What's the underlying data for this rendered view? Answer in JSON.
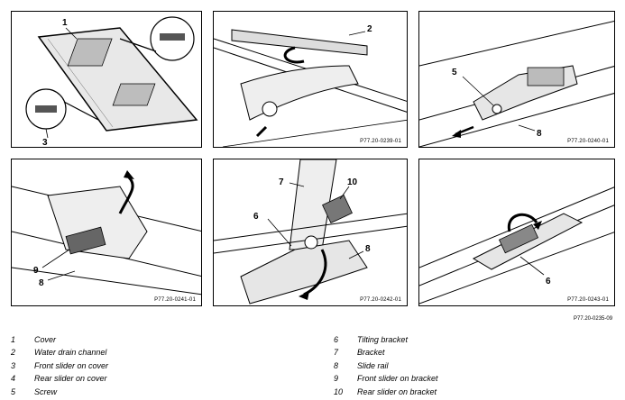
{
  "figure_code": "P77.20-0235-09",
  "panels": [
    {
      "code": "",
      "callouts": [
        "1",
        "3"
      ]
    },
    {
      "code": "P77.20-0239-01",
      "callouts": [
        "2"
      ]
    },
    {
      "code": "P77.20-0240-01",
      "callouts": [
        "5",
        "8"
      ]
    },
    {
      "code": "P77.20-0241-01",
      "callouts": [
        "9",
        "8"
      ]
    },
    {
      "code": "P77.20-0242-01",
      "callouts": [
        "7",
        "10",
        "6",
        "8"
      ]
    },
    {
      "code": "P77.20-0243-01",
      "callouts": [
        "6"
      ]
    }
  ],
  "legend": [
    {
      "num": "1",
      "text": "Cover"
    },
    {
      "num": "2",
      "text": "Water drain channel"
    },
    {
      "num": "3",
      "text": "Front slider on cover"
    },
    {
      "num": "4",
      "text": "Rear slider on cover"
    },
    {
      "num": "5",
      "text": "Screw"
    },
    {
      "num": "6",
      "text": "Tilting bracket"
    },
    {
      "num": "7",
      "text": "Bracket"
    },
    {
      "num": "8",
      "text": "Slide rail"
    },
    {
      "num": "9",
      "text": "Front slider on bracket"
    },
    {
      "num": "10",
      "text": "Rear slider on bracket"
    }
  ]
}
